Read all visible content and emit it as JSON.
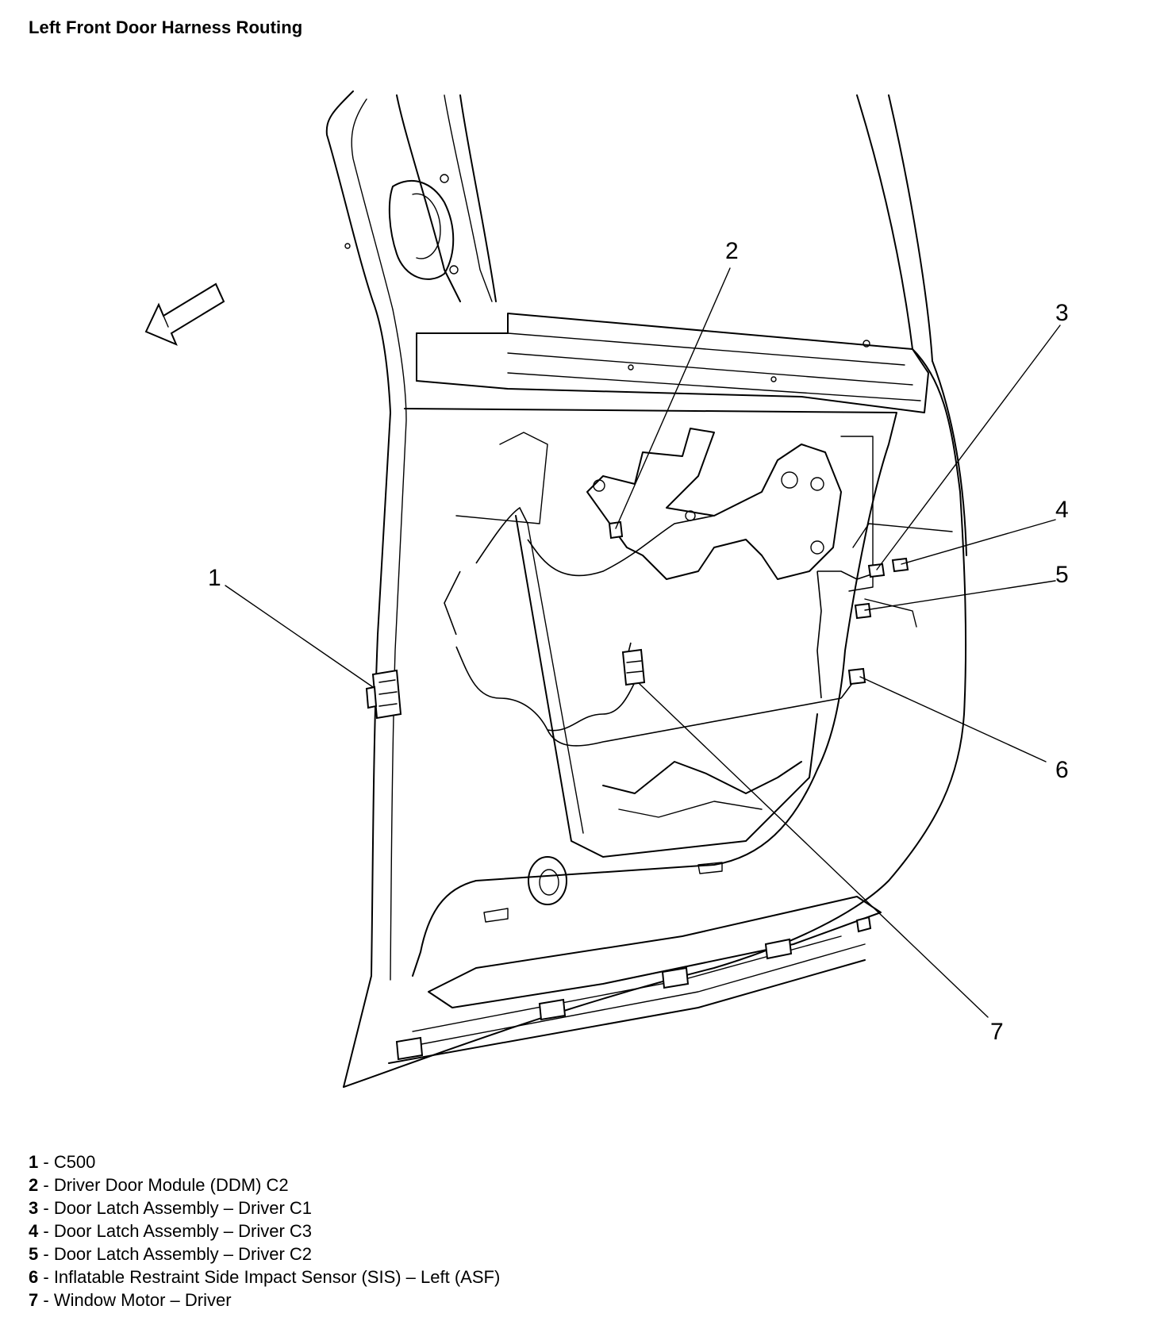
{
  "title": "Left Front Door Harness Routing",
  "callouts": [
    "1",
    "2",
    "3",
    "4",
    "5",
    "6",
    "7"
  ],
  "legend": [
    {
      "num": "1",
      "sep": " - ",
      "text": "C500"
    },
    {
      "num": "2",
      "sep": " - ",
      "text": "Driver Door Module (DDM) C2"
    },
    {
      "num": "3",
      "sep": " - ",
      "text": "Door Latch Assembly – Driver C1"
    },
    {
      "num": "4",
      "sep": " - ",
      "text": "Door Latch Assembly – Driver C3"
    },
    {
      "num": "5",
      "sep": " - ",
      "text": "Door Latch Assembly – Driver C2"
    },
    {
      "num": "6",
      "sep": " - ",
      "text": "Inflatable Restraint Side Impact Sensor (SIS) – Left (ASF)"
    },
    {
      "num": "7",
      "sep": " - ",
      "text": "Window Motor – Driver"
    }
  ],
  "icons": {
    "direction": "forward-arrow-icon"
  },
  "colors": {
    "ink": "#000000",
    "background": "#ffffff"
  }
}
